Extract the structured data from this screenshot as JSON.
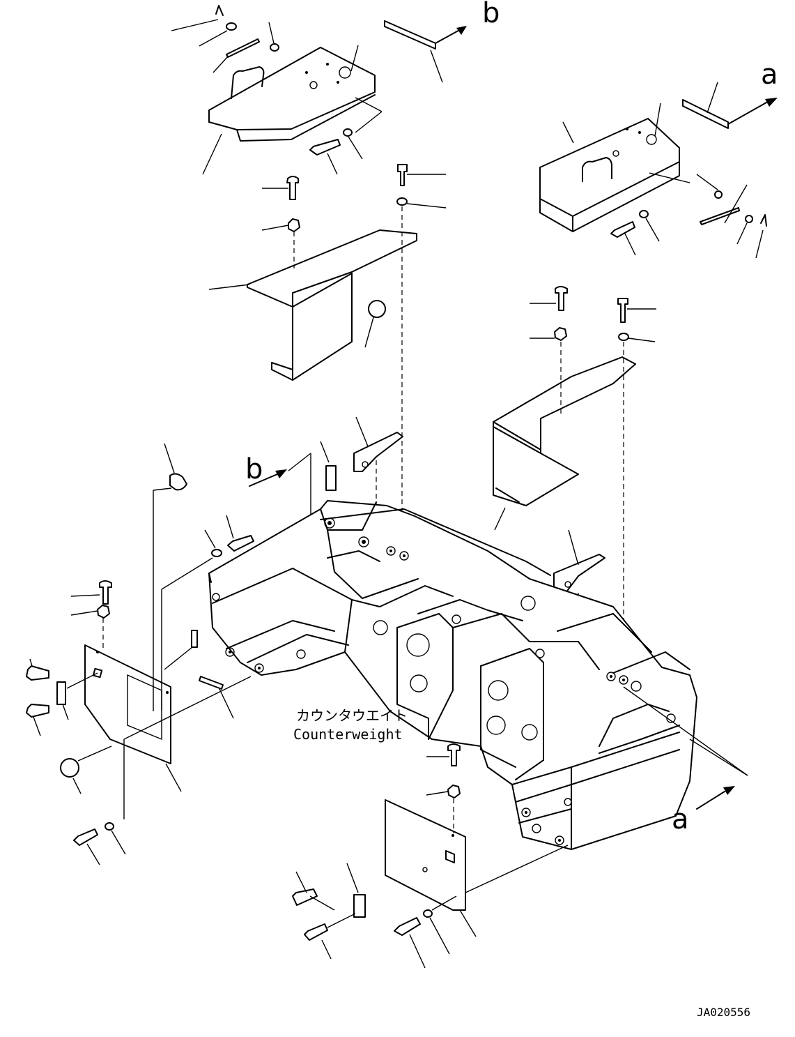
{
  "diagram": {
    "caption_jp": "カウンタウエイト",
    "caption_en": "Counterweight",
    "drawing_id": "JA020556",
    "view_marks": [
      "a",
      "b"
    ]
  }
}
